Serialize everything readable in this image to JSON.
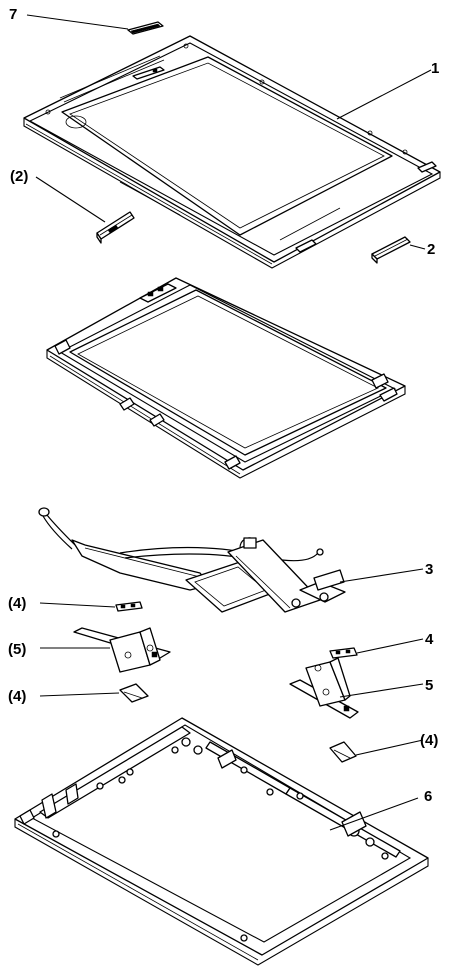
{
  "callouts": [
    {
      "id": "c7",
      "text": "7"
    },
    {
      "id": "c1",
      "text": "1"
    },
    {
      "id": "c2p",
      "text": "(2)"
    },
    {
      "id": "c2",
      "text": "2"
    },
    {
      "id": "c3",
      "text": "3"
    },
    {
      "id": "c4p_a",
      "text": "(4)"
    },
    {
      "id": "c4",
      "text": "4"
    },
    {
      "id": "c5p",
      "text": "(5)"
    },
    {
      "id": "c5",
      "text": "5"
    },
    {
      "id": "c4p_b",
      "text": "(4)"
    },
    {
      "id": "c4p_c",
      "text": "(4)"
    },
    {
      "id": "c6",
      "text": "6"
    }
  ],
  "parts": [
    {
      "callout": "7",
      "icon": "latch-part-icon"
    },
    {
      "callout": "1",
      "icon": "lcd-front-bezel-icon"
    },
    {
      "callout": "(2)",
      "icon": "hinge-cover-left-icon"
    },
    {
      "callout": "2",
      "icon": "hinge-cover-right-icon"
    },
    {
      "callout": "",
      "icon": "lcd-panel-icon"
    },
    {
      "callout": "3",
      "icon": "lcd-cable-assembly-icon"
    },
    {
      "callout": "4",
      "icon": "hinge-cap-icon"
    },
    {
      "callout": "5",
      "icon": "hinge-bracket-icon"
    },
    {
      "callout": "6",
      "icon": "lcd-rear-cover-icon"
    }
  ]
}
